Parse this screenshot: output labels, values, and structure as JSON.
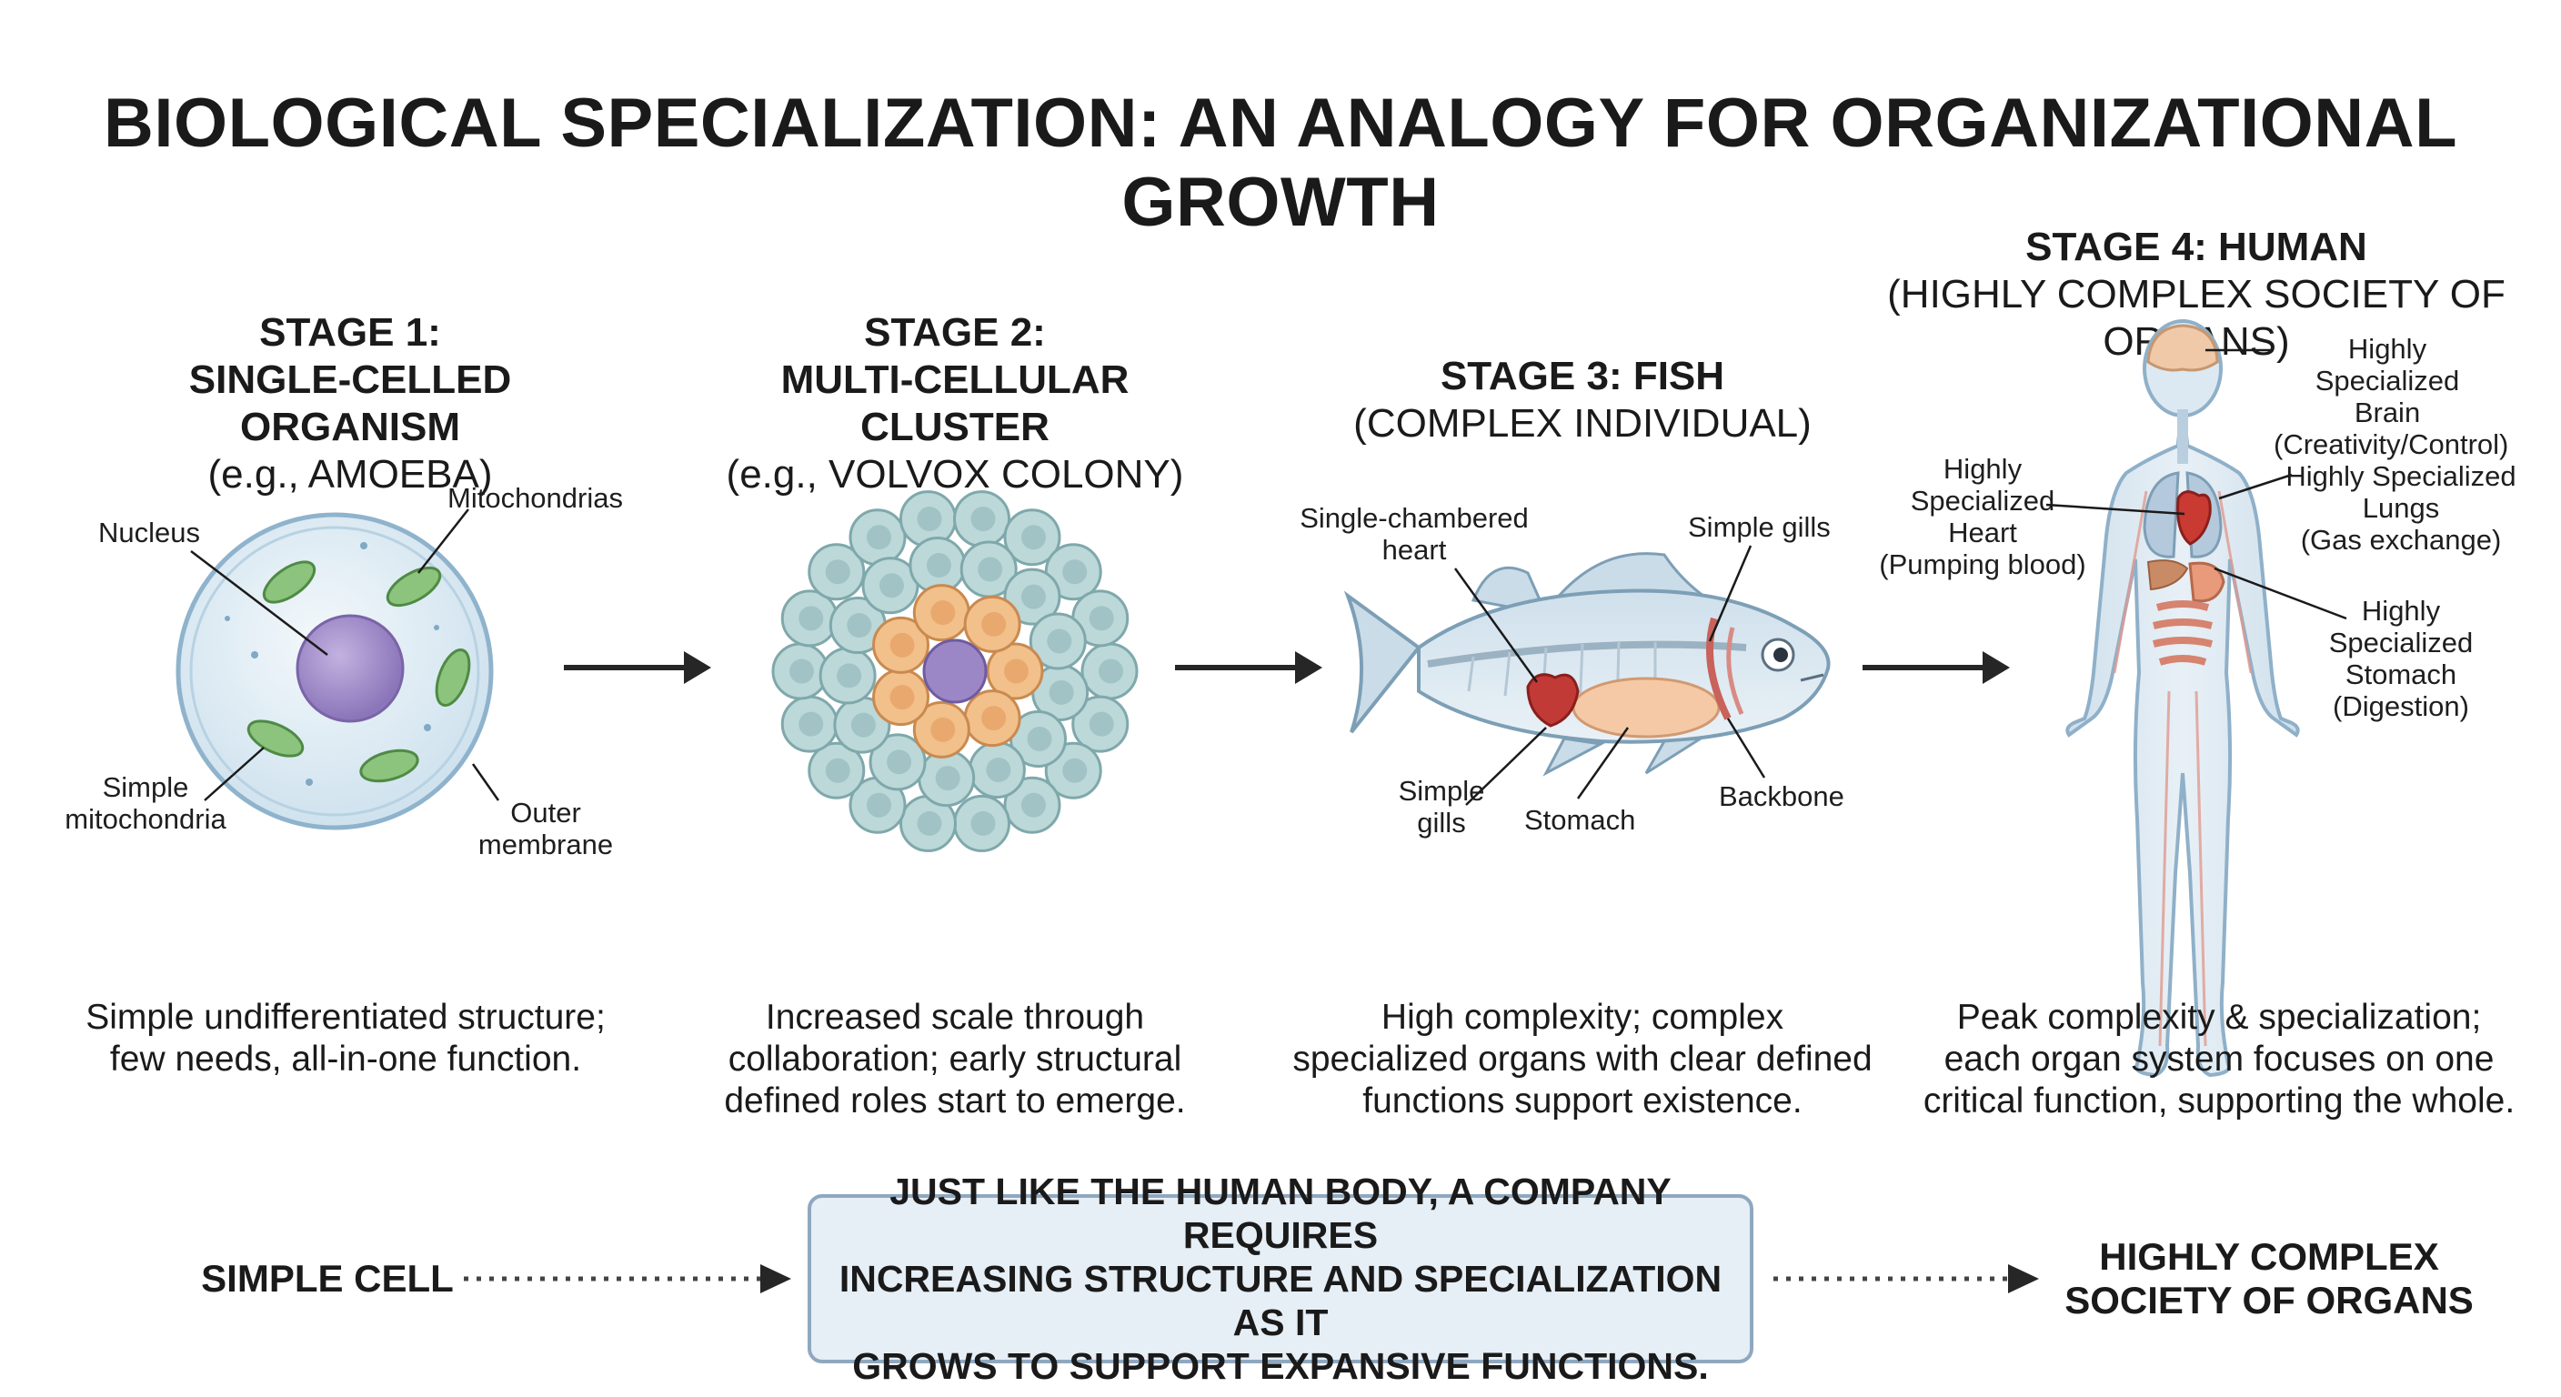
{
  "title": "BIOLOGICAL SPECIALIZATION: AN ANALOGY FOR ORGANIZATIONAL GROWTH",
  "stages": [
    {
      "heading_lines": [
        "STAGE 1:",
        "SINGLE-CELLED ORGANISM"
      ],
      "sub": "(e.g., AMOEBA)",
      "labels": {
        "nucleus": "Nucleus",
        "mitochondrias": "Mitochondrias",
        "simple_mito_1": "Simple",
        "simple_mito_2": "mitochondria",
        "outer_1": "Outer",
        "outer_2": "membrane"
      },
      "desc_lines": [
        "Simple undifferentiated structure;",
        "few needs, all-in-one function."
      ]
    },
    {
      "heading_lines": [
        "STAGE 2:",
        "MULTI-CELLULAR CLUSTER"
      ],
      "sub": "(e.g., VOLVOX COLONY)",
      "desc_lines": [
        "Increased scale through",
        "collaboration; early structural",
        "defined roles start to emerge."
      ]
    },
    {
      "heading_lines": [
        "STAGE 3: FISH"
      ],
      "sub": "(COMPLEX INDIVIDUAL)",
      "labels": {
        "heart_1": "Single-chambered",
        "heart_2": "heart",
        "gills_top": "Simple gills",
        "gills_bottom_1": "Simple",
        "gills_bottom_2": "gills",
        "stomach": "Stomach",
        "backbone": "Backbone"
      },
      "desc_lines": [
        "High complexity; complex",
        "specialized organs with clear defined",
        "functions support existence."
      ]
    },
    {
      "heading_lines": [
        "STAGE 4: HUMAN"
      ],
      "sub": "(HIGHLY COMPLEX SOCIETY OF ORGANS)",
      "labels": {
        "brain": [
          "Highly Specialized",
          "Brain",
          "(Creativity/Control)"
        ],
        "heart": [
          "Highly",
          "Specialized",
          "Heart",
          "(Pumping blood)"
        ],
        "lungs": [
          "Highly Specialized",
          "Lungs",
          "(Gas exchange)"
        ],
        "stomach": [
          "Highly",
          "Specialized",
          "Stomach",
          "(Digestion)"
        ]
      },
      "desc_lines": [
        "Peak complexity & specialization;",
        "each organ system focuses on one",
        "critical function, supporting the whole."
      ]
    }
  ],
  "flow": {
    "start": "SIMPLE CELL",
    "callout_lines": [
      "JUST LIKE THE HUMAN BODY, A COMPANY REQUIRES",
      "INCREASING STRUCTURE AND SPECIALIZATION AS IT",
      "GROWS TO SUPPORT EXPANSIVE FUNCTIONS."
    ],
    "end_lines": [
      "HIGHLY COMPLEX",
      "SOCIETY OF ORGANS"
    ]
  },
  "colors": {
    "cell_fill": "#dbeaf2",
    "nucleus": "#9c87c6",
    "mitochondria": "#7cb96f",
    "cluster_outer": "#bcd8d9",
    "cluster_inner": "#f2c08a",
    "callout_bg": "#e6eef6",
    "callout_border": "#8fa8bf"
  }
}
